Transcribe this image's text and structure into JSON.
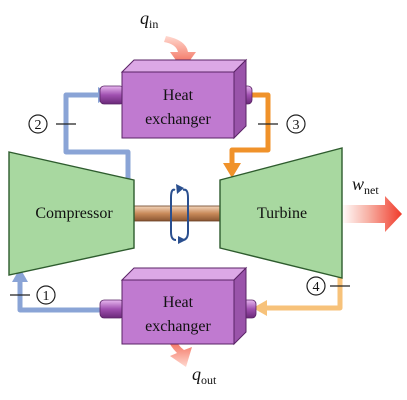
{
  "heat_in": {
    "symbol": "q",
    "subscript": "in"
  },
  "heat_out": {
    "symbol": "q",
    "subscript": "out"
  },
  "net_work": {
    "symbol": "w",
    "subscript": "net"
  },
  "heat_exchanger_top": {
    "line1": "Heat",
    "line2": "exchanger"
  },
  "heat_exchanger_bottom": {
    "line1": "Heat",
    "line2": "exchanger"
  },
  "compressor": {
    "label": "Compressor"
  },
  "turbine": {
    "label": "Turbine"
  },
  "states": [
    "1",
    "2",
    "3",
    "4"
  ],
  "colors": {
    "casing_fill": "#a8d8a0",
    "casing_stroke": "#2e5c2e",
    "exchanger_fill": "#c07ad0",
    "cold_pipe": "#8aa4d6",
    "hot_pipe": "#f0922a",
    "warm_pipe": "#f7c27a",
    "heat_arrow": "#f05a50",
    "shaft": "#c98a5a"
  }
}
